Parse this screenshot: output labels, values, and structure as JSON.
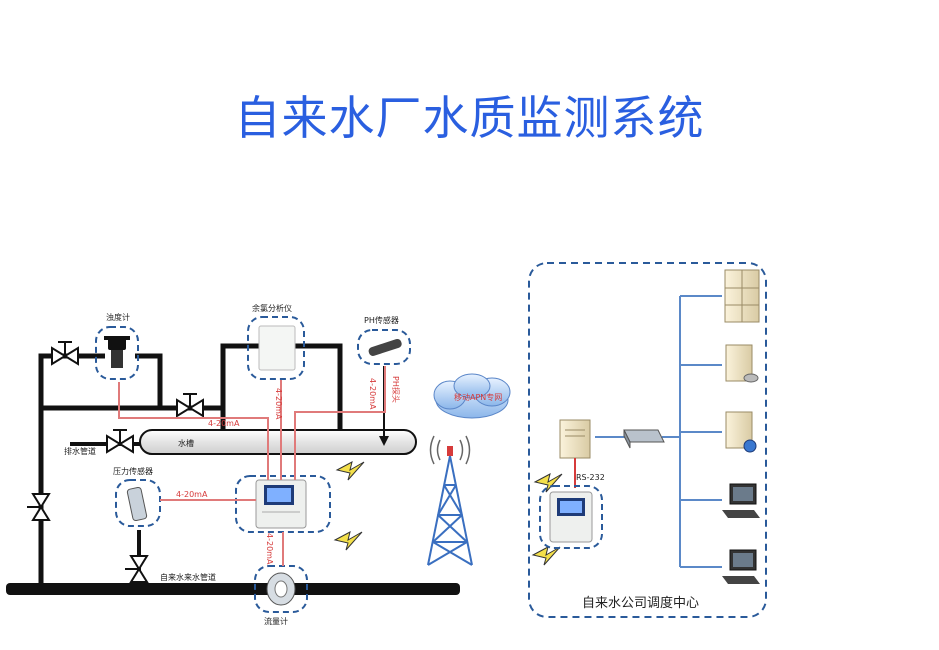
{
  "page": {
    "title": "自来水厂水质监测系统"
  },
  "diagram": {
    "labels": {
      "turbidity_meter": "浊度计",
      "chlorine_analyzer": "余氯分析仪",
      "ph_sensor": "PH传感器",
      "ph_probe": "PH探头",
      "drain_pipe": "排水管道",
      "water_tank": "水槽",
      "pressure_sensor": "压力传感器",
      "main_pipe": "自来水来水管道",
      "flow_meter": "流量计",
      "signal_4_20_a": "4-20mA",
      "signal_4_20_b": "4-20mA",
      "signal_4_20_c": "4-20mA",
      "signal_4_20_d": "4-20mA",
      "signal_4_20_e": "4-20mA",
      "cloud": "移动APN专网",
      "rs232": "RS-232",
      "control_center": "自来水公司调度中心"
    }
  }
}
